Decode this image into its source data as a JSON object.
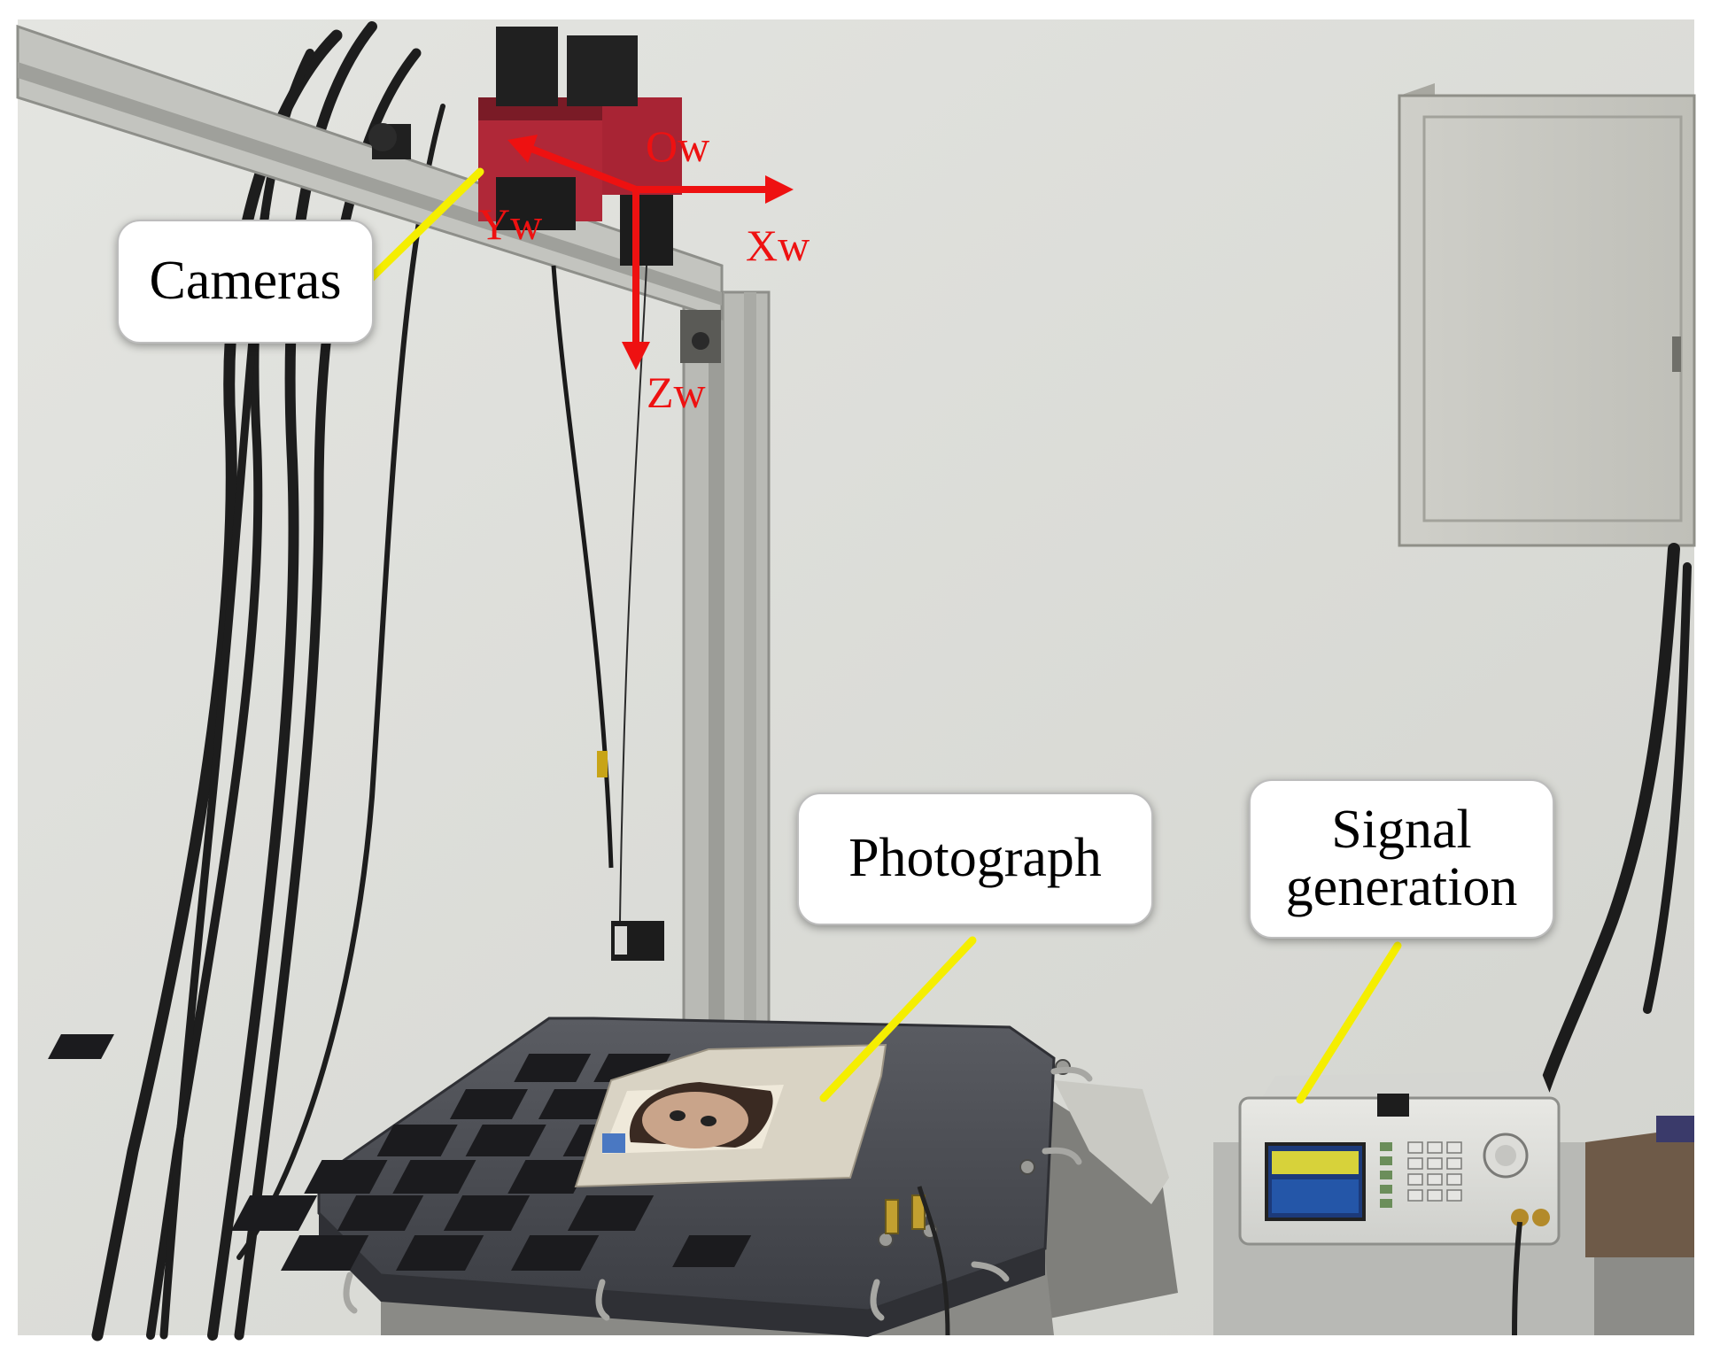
{
  "colors": {
    "axis": "#ee1111",
    "leader_line": "#f5ee00",
    "callout_bg": "#ffffff",
    "wall": "#dedfdb",
    "camera_red": "#b02838",
    "plate": "#4a4c52"
  },
  "callouts": {
    "cameras": "Cameras",
    "photograph": "Photograph",
    "signal_line1": "Signal",
    "signal_line2": "generation"
  },
  "axes": {
    "origin": "Ow",
    "x": "Xw",
    "y": "Yw",
    "z": "Zw"
  }
}
